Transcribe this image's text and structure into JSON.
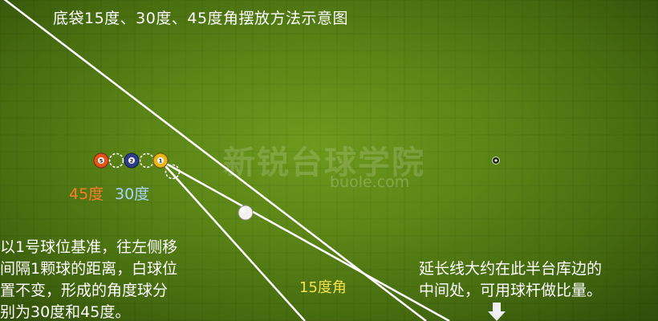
{
  "title": "底袋15度、30度、45度角摆放方法示意图",
  "watermark": {
    "cn": "新锐台球学院",
    "en": "buole.com"
  },
  "balls": [
    {
      "name": "ball-5",
      "number": "5",
      "color": "#e2541c"
    },
    {
      "name": "ball-2",
      "number": "2",
      "color": "#2d3d8a"
    },
    {
      "name": "ball-1",
      "number": "1",
      "color": "#e8b61a"
    }
  ],
  "angle_labels": {
    "deg45": "45度",
    "deg30": "30度",
    "deg15": "15度角"
  },
  "left_note": [
    "以1号球位基准，往左侧移",
    "间隔1颗球的距离，白球位",
    "置不变，形成的角度球分",
    "别为30度和45度。"
  ],
  "right_note": [
    "延长线大约在此半台库边的",
    "中间处，可用球杆做比量。"
  ],
  "colors": {
    "felt": "#5a8416",
    "line": "#ffffff",
    "accent_orange": "#ff7a2e",
    "accent_blue": "#a9d2ff",
    "accent_yellow": "#f5e24a"
  }
}
